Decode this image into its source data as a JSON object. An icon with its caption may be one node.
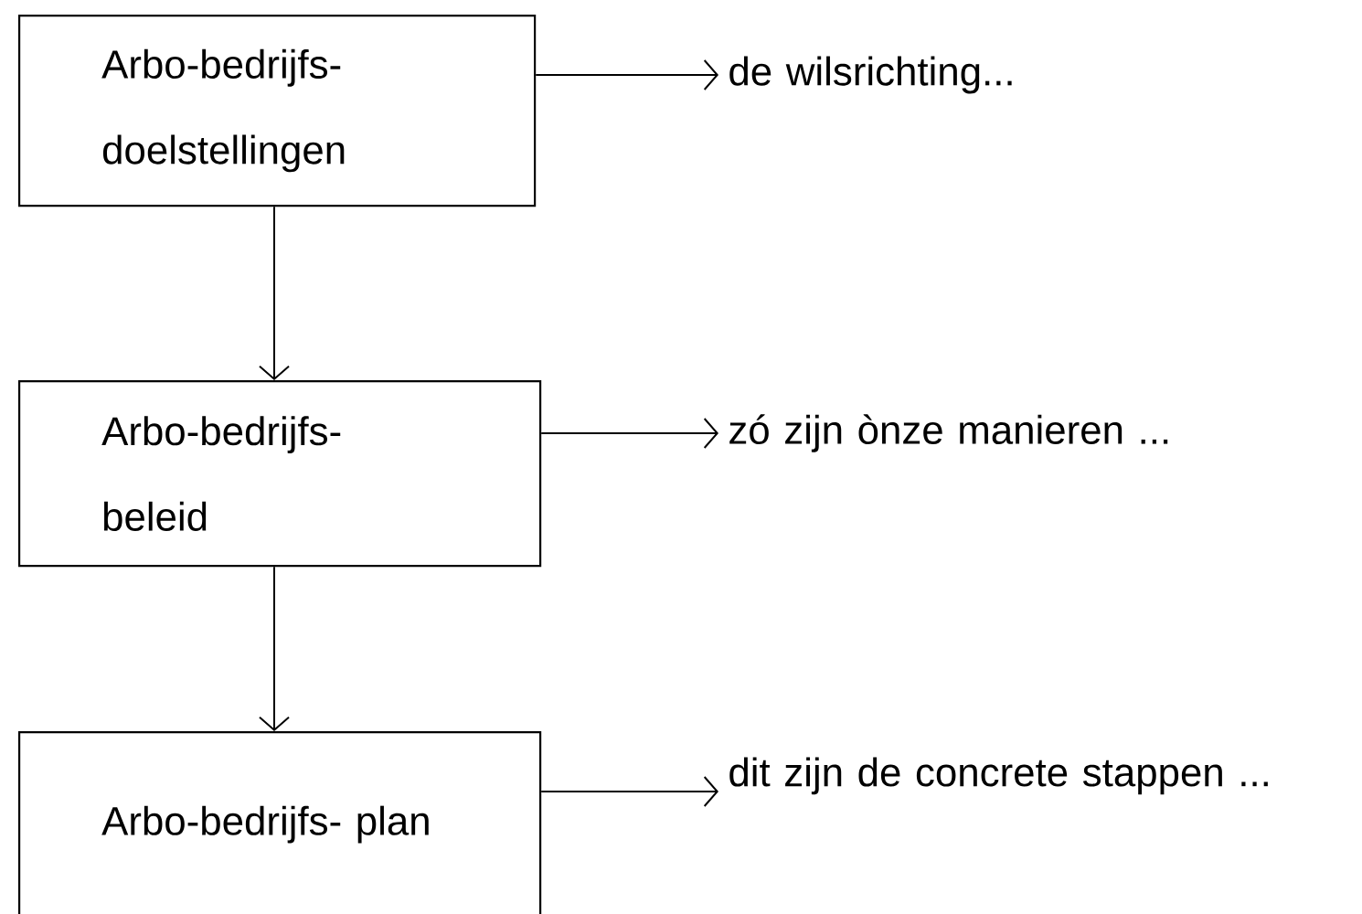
{
  "diagram": {
    "nodes": [
      {
        "text": [
          "Arbo-bedrijfs- doelstellingen"
        ]
      },
      {
        "text": [
          "Arbo-bedrijfs- beleid"
        ]
      },
      {
        "text": [
          "Arbo-bedrijfs- plan"
        ]
      },
      {
        "text": [
          "de wilsrichting..."
        ]
      },
      {
        "text": [
          "zó zijn ònze manieren ..."
        ]
      },
      {
        "text": [
          "dit zijn de concrete stappen ..."
        ]
      }
    ],
    "edges": [
      {
        "from": 0,
        "to": 3,
        "arrow": "to"
      },
      {
        "from": 1,
        "to": 4,
        "arrow": "to"
      },
      {
        "from": 2,
        "to": 5,
        "arrow": "to"
      },
      {
        "from": 0,
        "to": 1,
        "arrow": "to"
      },
      {
        "from": 1,
        "to": 2,
        "arrow": "to"
      }
    ]
  }
}
